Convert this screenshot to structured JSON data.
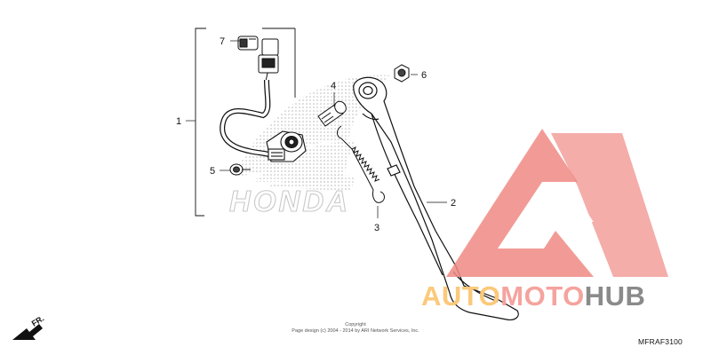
{
  "diagram": {
    "callouts": [
      "1",
      "2",
      "3",
      "4",
      "5",
      "6",
      "7"
    ],
    "watermark": "HONDA",
    "fr_label": "FR.",
    "copyright_line1": "Copyright",
    "copyright_line2": "Page design (c) 2004 - 2014 by ARI Network Services, Inc.",
    "diagram_code": "MFRAF3100"
  },
  "logo": {
    "part1": "AUTO",
    "part2": "MOTO",
    "part3": "HUB"
  },
  "colors": {
    "logo_triangle": "#f08a84",
    "logo_auto": "#fbc97a",
    "logo_moto": "#f5a39e",
    "logo_hub": "#8a8a8a",
    "line": "#111111"
  }
}
